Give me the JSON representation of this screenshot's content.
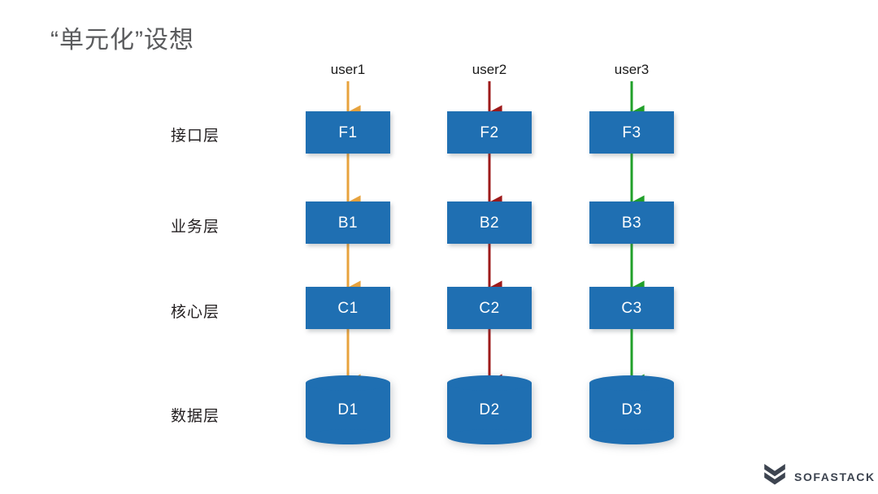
{
  "slide": {
    "title": "“单元化”设想",
    "background": "#ffffff",
    "title_color": "#5a5b5d"
  },
  "palette": {
    "node_blue": "#1f6fb2",
    "node_text": "#ffffff",
    "flow_orange": "#e8a33d",
    "flow_red": "#9e1b1b",
    "flow_green": "#21a02a",
    "label_text": "#231f20",
    "logo_gray": "#3d4450"
  },
  "layers": [
    {
      "label": "接口层",
      "key": "interface"
    },
    {
      "label": "业务层",
      "key": "business"
    },
    {
      "label": "核心层",
      "key": "core"
    },
    {
      "label": "数据层",
      "key": "data"
    }
  ],
  "columns": [
    {
      "user": "user1",
      "color": "#e8a33d",
      "nodes": [
        {
          "label": "F1",
          "shape": "rect"
        },
        {
          "label": "B1",
          "shape": "rect"
        },
        {
          "label": "C1",
          "shape": "rect"
        },
        {
          "label": "D1",
          "shape": "cylinder"
        }
      ]
    },
    {
      "user": "user2",
      "color": "#9e1b1b",
      "nodes": [
        {
          "label": "F2",
          "shape": "rect"
        },
        {
          "label": "B2",
          "shape": "rect"
        },
        {
          "label": "C2",
          "shape": "rect"
        },
        {
          "label": "D2",
          "shape": "cylinder"
        }
      ]
    },
    {
      "user": "user3",
      "color": "#21a02a",
      "nodes": [
        {
          "label": "F3",
          "shape": "rect"
        },
        {
          "label": "B3",
          "shape": "rect"
        },
        {
          "label": "C3",
          "shape": "rect"
        },
        {
          "label": "D3",
          "shape": "cylinder"
        }
      ]
    }
  ],
  "logo": {
    "text": "SOFASTACK",
    "mark": "sofastack-chevron-icon"
  }
}
